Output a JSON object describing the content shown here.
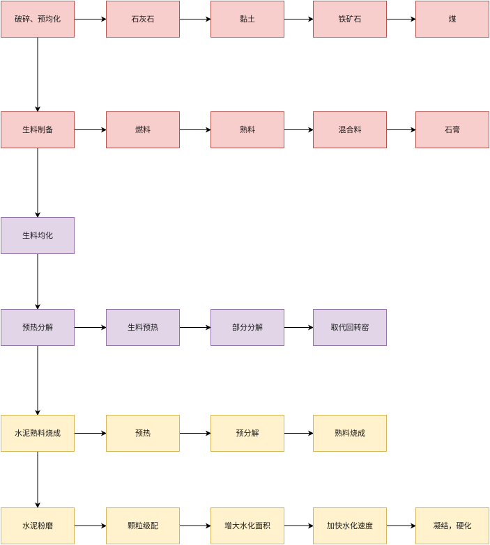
{
  "rows": [
    {
      "theme": "red",
      "nodes": [
        "破碎、预均化",
        "石灰石",
        "黏土",
        "铁矿石",
        "煤"
      ]
    },
    {
      "theme": "red",
      "nodes": [
        "生料制备",
        "燃料",
        "熟料",
        "混合料",
        "石膏"
      ]
    },
    {
      "theme": "purple",
      "nodes": [
        "生料均化"
      ]
    },
    {
      "theme": "purple",
      "nodes": [
        "预热分解",
        "生料预热",
        "部分分解",
        "取代回转窑"
      ]
    },
    {
      "theme": "yellow",
      "nodes": [
        "水泥熟料烧成",
        "预热",
        "预分解",
        "熟料烧成"
      ]
    },
    {
      "theme": "yellow",
      "nodes": [
        "水泥粉磨",
        "颗粒级配",
        "增大水化面积",
        "加快水化速度",
        "凝结，硬化"
      ]
    }
  ],
  "colors": {
    "red_fill": "#f8cecc",
    "red_stroke": "#b85450",
    "purple_fill": "#e1d5e7",
    "purple_stroke": "#9673a6",
    "yellow_fill": "#fff2cc",
    "yellow_stroke": "#d6b656",
    "connector": "#000000"
  }
}
